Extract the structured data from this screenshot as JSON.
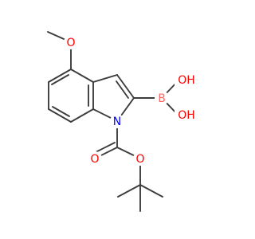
{
  "colors": {
    "bond": "#3c3c3c",
    "oxygen": "#ff0000",
    "nitrogen": "#0000ff",
    "boron": "#ff6666",
    "background": "#ffffff"
  },
  "atoms": {
    "o_methoxy": "O",
    "n1": "N",
    "b": "B",
    "oh_top": "OH",
    "oh_bottom": "OH",
    "o_carbonyl": "O",
    "o_ester": "O"
  }
}
